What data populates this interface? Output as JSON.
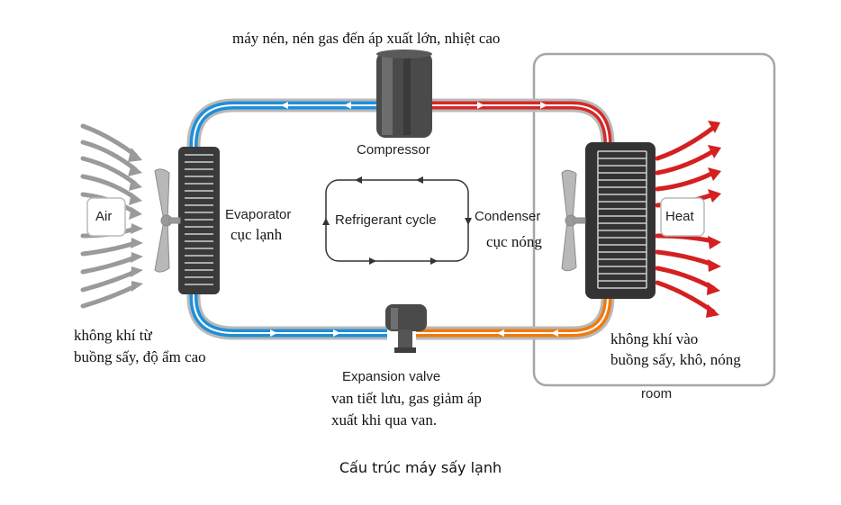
{
  "labels": {
    "compressor_note": "máy nén, nén gas đến áp xuất lớn, nhiệt cao",
    "compressor": "Compressor",
    "evaporator": "Evaporator",
    "evaporator_vn": "cục lạnh",
    "refrigerant_cycle": "Refrigerant cycle",
    "condenser": "Condenser",
    "condenser_vn": "cục nóng",
    "air": "Air",
    "heat": "Heat",
    "intake_line1": "không khí từ",
    "intake_line2": "buồng sấy, độ ẩm cao",
    "expansion_valve": "Expansion valve",
    "valve_line1": "van tiết lưu, gas giảm áp",
    "valve_line2": "xuất khi qua van.",
    "output_line1": "không khí vào",
    "output_line2": "buồng sấy, khô, nóng",
    "room": "room"
  },
  "caption": "Cấu trúc máy sấy lạnh",
  "colors": {
    "cold_pipe": "#1f8fd8",
    "hot_pipe": "#d62828",
    "warm_pipe": "#f07a10",
    "coil_dark": "#3a3a3a",
    "room_border": "#a0a0a0",
    "air_arrows": "#9a9a9a",
    "heat_arrows": "#d42020"
  }
}
